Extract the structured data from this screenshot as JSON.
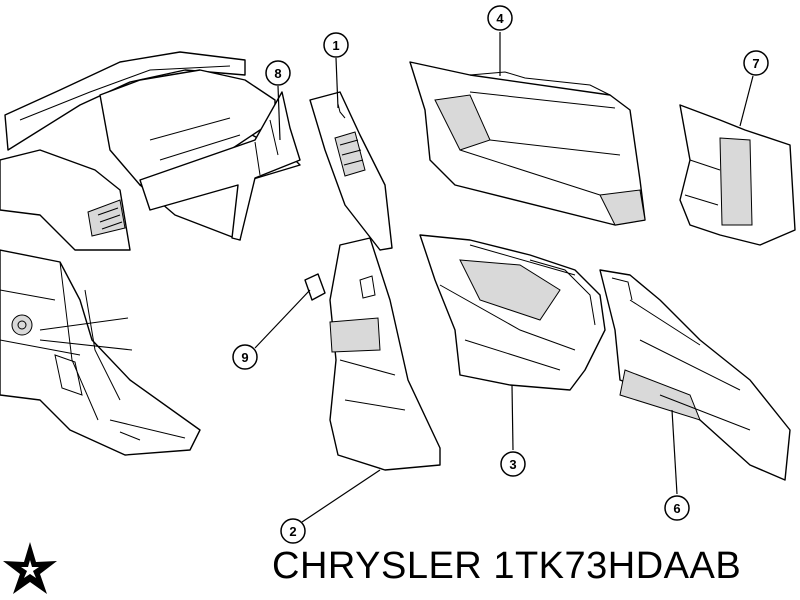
{
  "brand": {
    "name": "CHRYSLER",
    "logo_icon": "pentastar-icon"
  },
  "part_number": "1TK73HDAAB",
  "callouts": [
    "1",
    "2",
    "3",
    "4",
    "6",
    "7",
    "8",
    "9"
  ]
}
